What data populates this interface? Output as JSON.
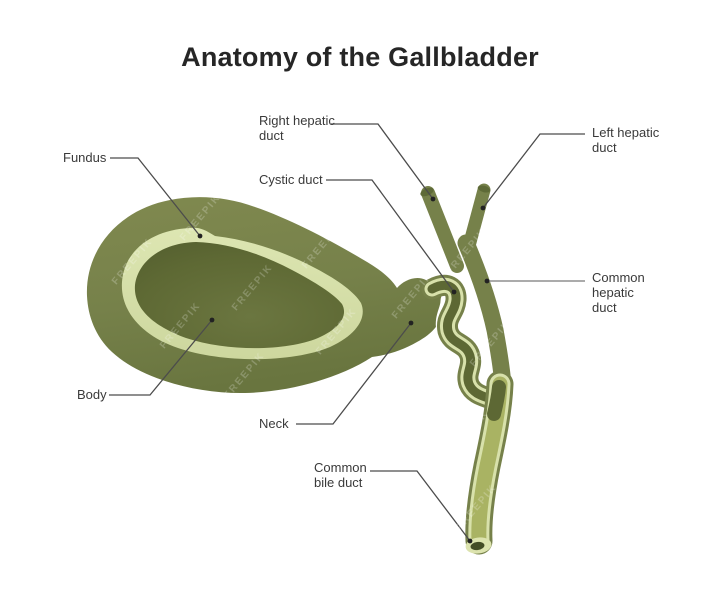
{
  "title": "Anatomy of the Gallbladder",
  "watermark": {
    "text": "FREEPIK"
  },
  "colors": {
    "olive": "#76814a",
    "olive_dark": "#5d6834",
    "cream": "#d8e1ab",
    "light_duct": "#a9b363",
    "title_color": "#262626",
    "label_color": "#3a3a3a",
    "leader_color": "#4c4c4c"
  },
  "labels": {
    "fundus": "Fundus",
    "right_hepatic_duct": "Right hepatic\nduct",
    "cystic_duct": "Cystic duct",
    "left_hepatic_duct": "Left hepatic\nduct",
    "common_hepatic_duct": "Common\nhepatic\nduct",
    "body": "Body",
    "neck": "Neck",
    "common_bile_duct": "Common\nbile duct"
  }
}
